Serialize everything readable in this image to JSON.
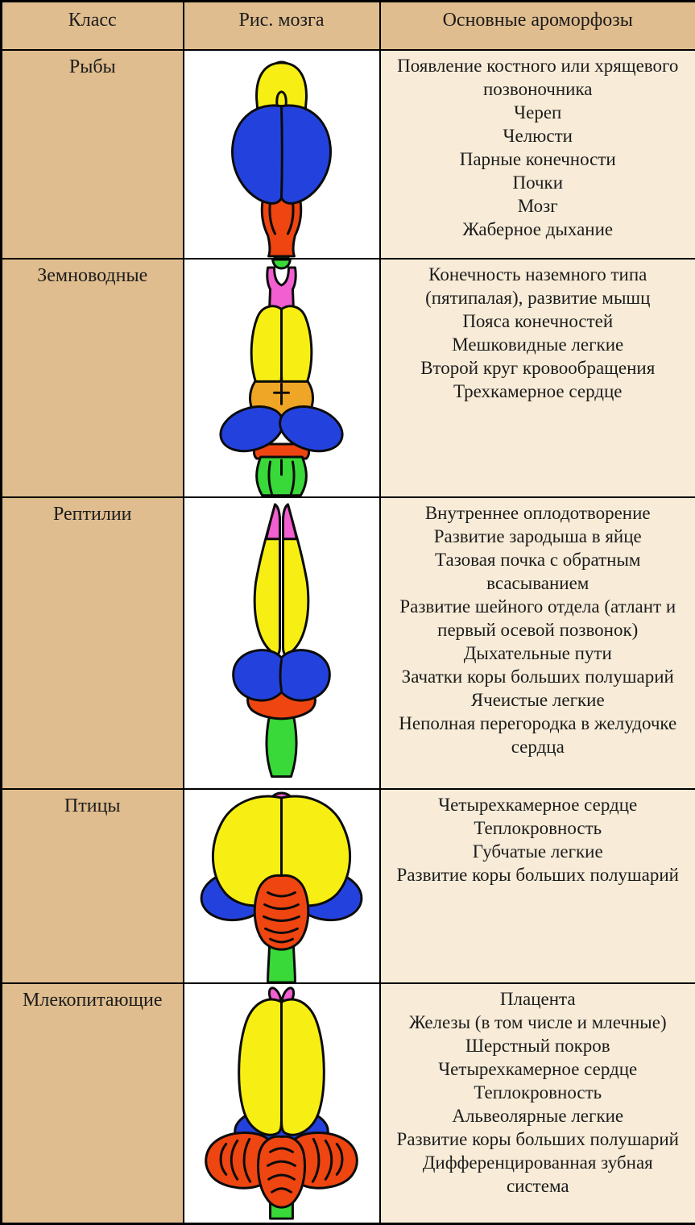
{
  "table": {
    "columns": [
      "Класс",
      "Рис. мозга",
      "Основные ароморфозы"
    ],
    "rows": [
      {
        "class_name": "Рыбы",
        "brain_diagram": "fish-brain",
        "aromorphoses": [
          "Появление костного или хрящевого позвоночника",
          "Череп",
          "Челюсти",
          "Парные конечности",
          "Почки",
          "Мозг",
          "Жаберное дыхание"
        ]
      },
      {
        "class_name": "Земноводные",
        "brain_diagram": "amphibian-brain",
        "aromorphoses": [
          "Конечность наземного типа (пятипалая), развитие мышц",
          "Пояса конечностей",
          "Мешковидные легкие",
          "Второй круг кровообращения",
          "Трехкамерное сердце"
        ]
      },
      {
        "class_name": "Рептилии",
        "brain_diagram": "reptile-brain",
        "aromorphoses": [
          "Внутреннее оплодотворение",
          "Развитие зародыша в яйце",
          "Тазовая почка с обратным всасыванием",
          "Развитие шейного отдела (атлант и первый осевой позвонок)",
          "Дыхательные пути",
          "Зачатки коры больших полушарий",
          "Ячеистые легкие",
          "Неполная перегородка в желудочке сердца"
        ]
      },
      {
        "class_name": "Птицы",
        "brain_diagram": "bird-brain",
        "aromorphoses": [
          "Четырехкамерное сердце",
          "Теплокровность",
          "Губчатые легкие",
          "Развитие коры больших полушарий"
        ]
      },
      {
        "class_name": "Млекопитающие",
        "brain_diagram": "mammal-brain",
        "aromorphoses": [
          "Плацента",
          "Железы (в том числе и млечные)",
          "Шерстный покров",
          "Четырехкамерное сердце",
          "Теплокровность",
          "Альвеолярные легкие",
          "Развитие коры больших полушарий",
          "Дифференцированная зубная система"
        ]
      }
    ]
  },
  "colors": {
    "header_bg": "#e0bd8e",
    "class_bg": "#e0bd8e",
    "list_bg": "#f8ecd8",
    "brain_bg": "#ffffff",
    "border": "#000000",
    "text": "#1c1c1c",
    "brain_pink": "#f25fd0",
    "brain_yellow": "#f7ef13",
    "brain_blue": "#2342dd",
    "brain_red": "#ee4511",
    "brain_orange": "#efa525",
    "brain_green": "#38d938",
    "brain_outline": "#0b0b0b"
  }
}
